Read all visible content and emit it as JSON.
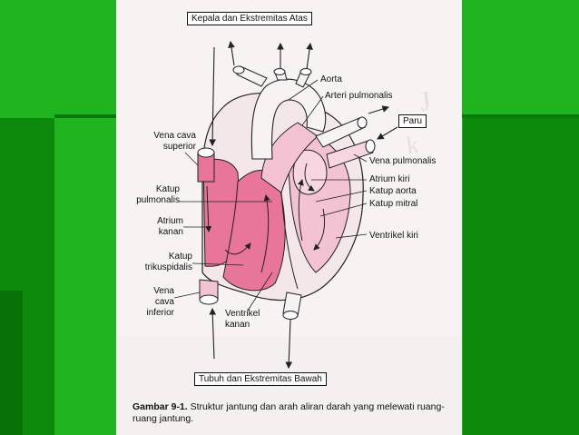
{
  "top_box": "Kepala dan Ekstremitas Atas",
  "bottom_box": "Tubuh dan Ekstremitas Bawah",
  "paru_box": "Paru",
  "labels": {
    "aorta": "Aorta",
    "arteri_pulmonalis": "Arteri pulmonalis",
    "vena_cava_superior": "Vena cava superior",
    "vena_pulmonalis": "Vena pulmonalis",
    "atrium_kiri": "Atrium kiri",
    "katup_aorta": "Katup aorta",
    "katup_pulmonalis": "Katup pulmonalis",
    "katup_mitral": "Katup mitral",
    "atrium_kanan": "Atrium kanan",
    "ventrikel_kiri": "Ventrikel kiri",
    "katup_trikuspidalis": "Katup trikuspidalis",
    "vena_cava_inferior": "Vena cava inferior",
    "ventrikel_kanan": "Ventrikel kanan"
  },
  "caption": {
    "bold": "Gambar 9-1.",
    "text": "Struktur jantung dan arah aliran darah yang melewati ruang-ruang jantung."
  },
  "colors": {
    "background_green": "#1fb51f",
    "heart_pink": "#e8759a",
    "heart_light_pink": "#f3c2d3"
  }
}
